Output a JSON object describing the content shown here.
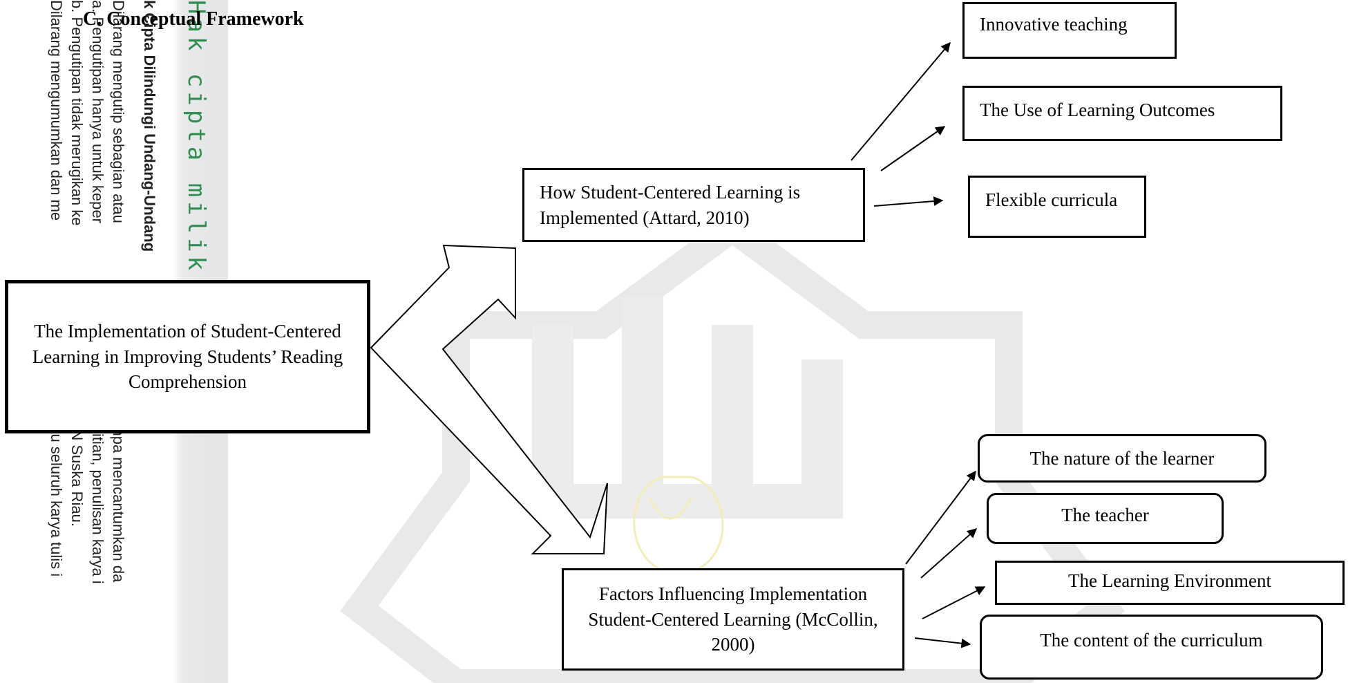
{
  "heading": "C. Conceptual Framework",
  "sidebar": {
    "green_text": "Hak cipta milik UIN S",
    "lines": [
      {
        "a": "k Cipta Dilindungi Undang-Undang",
        "b": ""
      },
      {
        "a": "Dilarang mengutip sebagian atau",
        "b": "s ini tanpa mencantumkan da"
      },
      {
        "a": "a. Pengutipan hanya untuk keper",
        "b": ", penelitian, penulisan karya i"
      },
      {
        "a": "b. Pengutipan tidak merugikan ke",
        "b": "ajar UIN Suska Riau."
      },
      {
        "a": "Dilarang mengumumkan dan me",
        "b": "gian atau seluruh karya tulis i"
      }
    ]
  },
  "nodes": {
    "main": "The Implementation of Student-Centered Learning in Improving Students’ Reading Comprehension",
    "how": "How Student-Centered Learning is Implemented (Attard, 2010)",
    "factors": "Factors Influencing Implementation Student-Centered Learning (McCollin, 2000)",
    "innovative": "Innovative teaching",
    "outcomes": "The Use of Learning Outcomes",
    "flexible": "Flexible curricula",
    "learner": "The nature of the learner",
    "teacher": "The teacher",
    "environment": "The Learning Environment",
    "content": "The content of the curriculum"
  },
  "colors": {
    "watermark_gray": "#e9e9e9",
    "watermark_yellow": "#fbf6cf",
    "green_text": "#2f8f4f"
  }
}
